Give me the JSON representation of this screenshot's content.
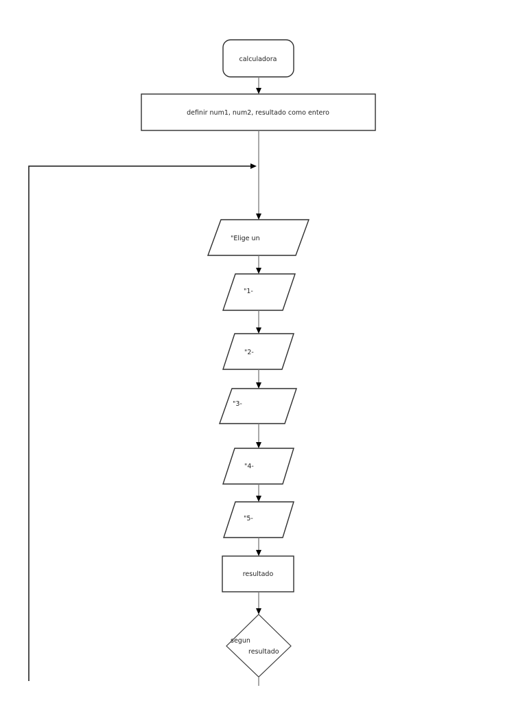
{
  "flowchart": {
    "description": "calculadora program flowchart",
    "nodes": {
      "start": {
        "shape": "rounded-rectangle",
        "label": "calculadora"
      },
      "declare": {
        "shape": "rectangle",
        "label": "definir num1, num2, resultado como entero"
      },
      "menu_prompt": {
        "shape": "parallelogram",
        "label": "\"Elige un"
      },
      "option_1": {
        "shape": "parallelogram",
        "label": "\"1-"
      },
      "option_2": {
        "shape": "parallelogram",
        "label": "\"2-"
      },
      "option_3": {
        "shape": "parallelogram",
        "label": "\"3-"
      },
      "option_4": {
        "shape": "parallelogram",
        "label": "\"4-"
      },
      "option_5": {
        "shape": "parallelogram",
        "label": "\"5-"
      },
      "result": {
        "shape": "rectangle",
        "label": "resultado"
      },
      "decision": {
        "shape": "diamond",
        "label_line_1": "segun",
        "label_line_2": "resultado"
      }
    },
    "edges": [
      "start -> declare",
      "declare -> menu_prompt",
      "menu_prompt -> option_1",
      "option_1 -> option_2",
      "option_2 -> option_3",
      "option_3 -> option_4",
      "option_4 -> option_5",
      "option_5 -> result",
      "result -> decision",
      "loop-back-left -> declare/menu junction"
    ],
    "colors": {
      "background": "#ffffff",
      "shape_stroke": "#2e2e2e",
      "shape_fill": "#ffffff",
      "connector": "#7a7a7a",
      "loop_line": "#141414",
      "arrowhead": "#000000",
      "text": "#1f1f1f"
    }
  }
}
